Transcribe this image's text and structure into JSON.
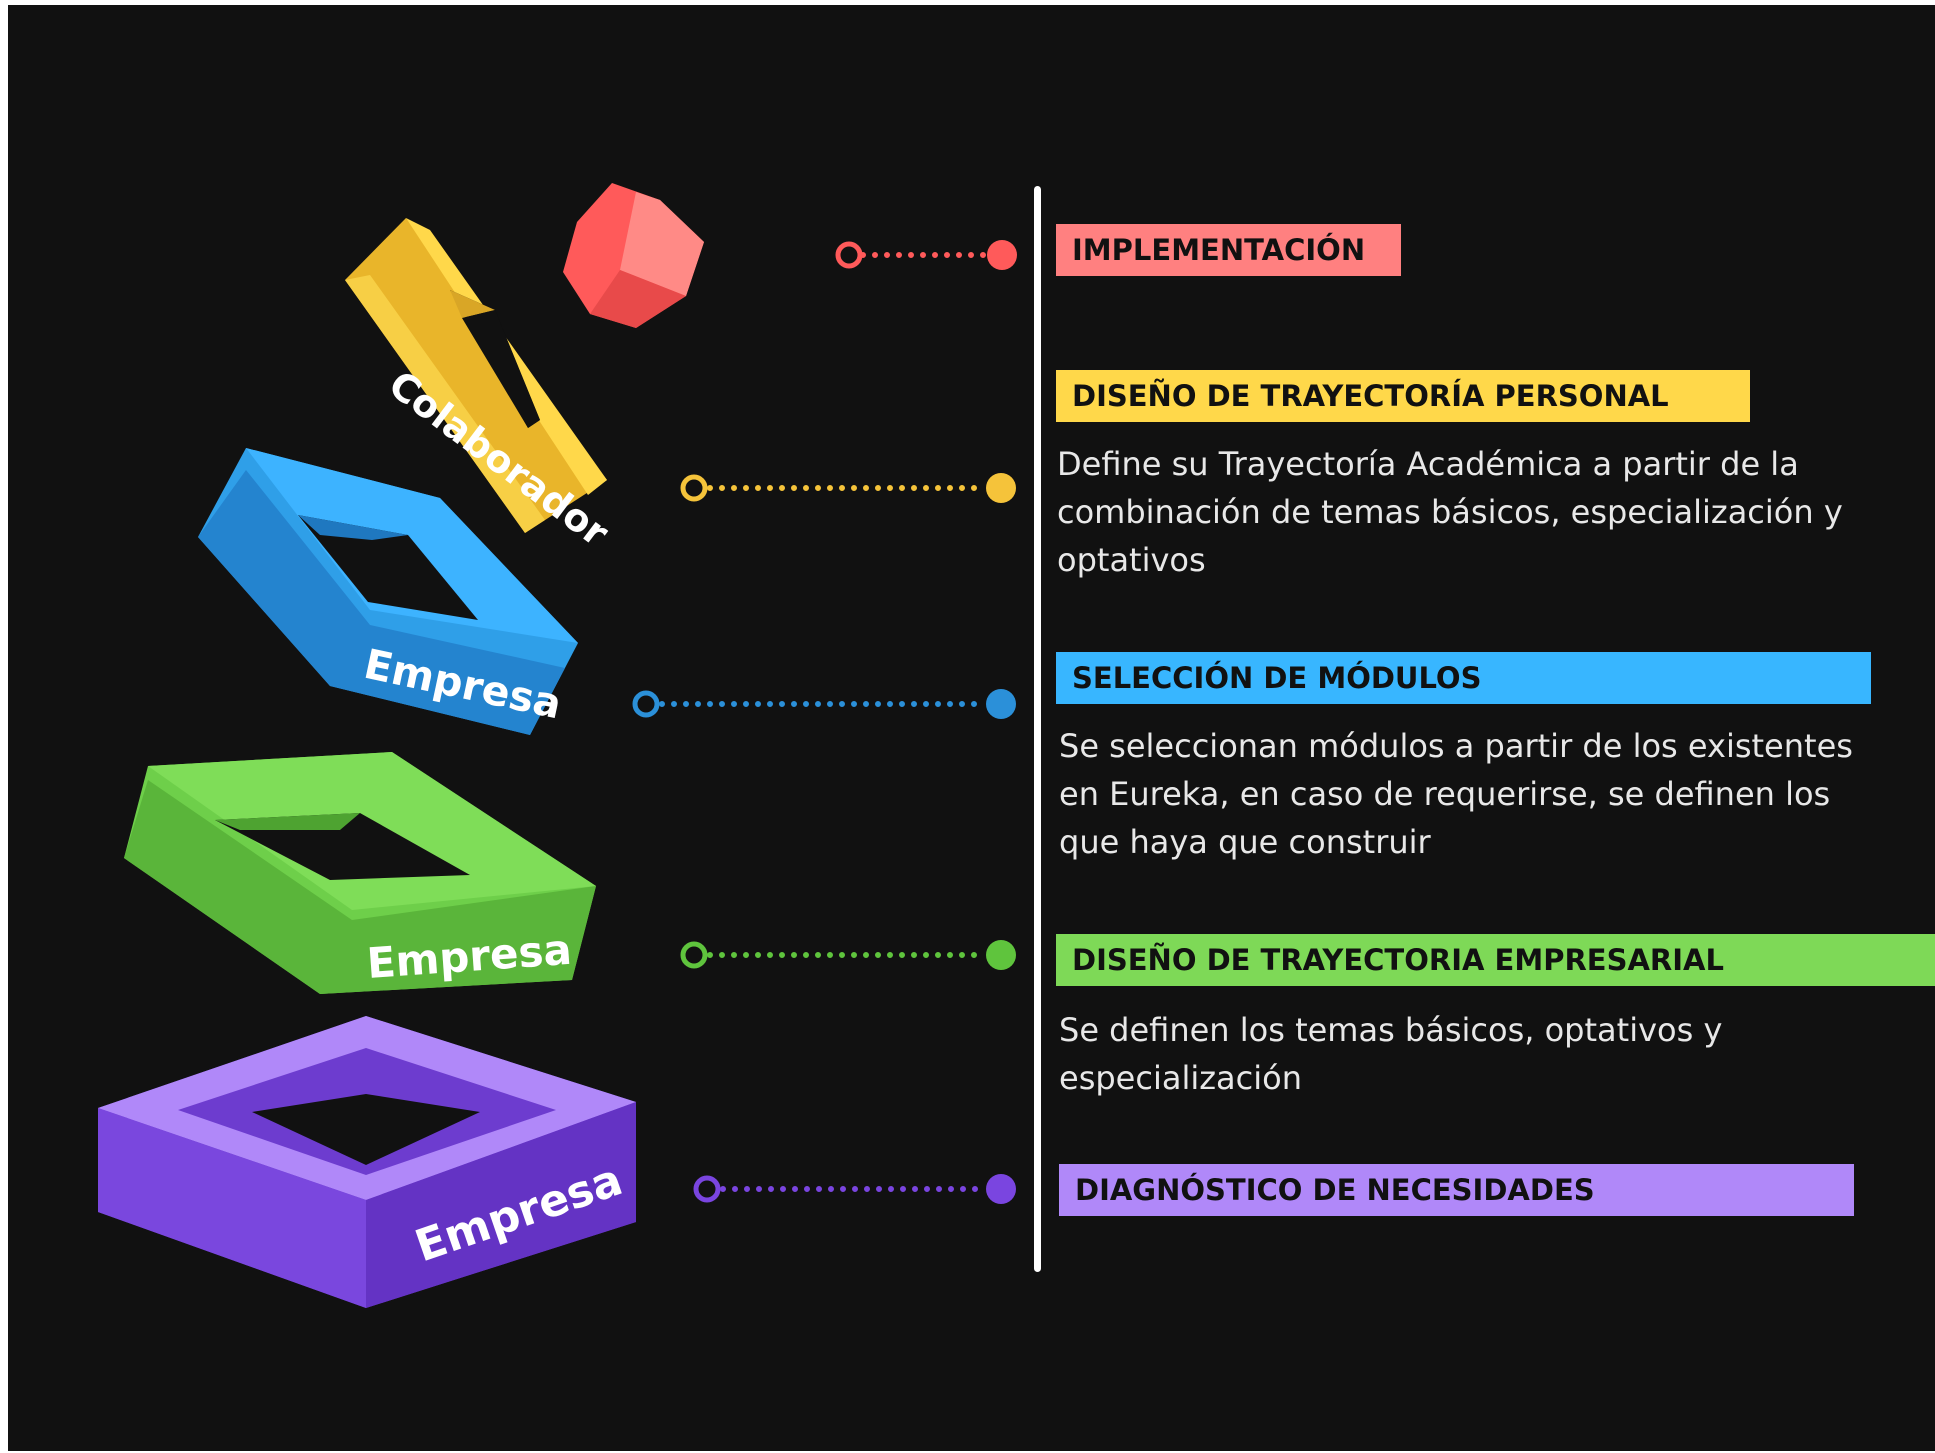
{
  "steps": [
    {
      "title": "IMPLEMENTACIÓN",
      "description": "",
      "color": "#ff6b6b"
    },
    {
      "title": "DISEÑO DE TRAYECTORÍA PERSONAL",
      "description": "Define su Trayectoría Académica a partir de la combinación de temas básicos, especialización y optativos",
      "color": "#ffd84a"
    },
    {
      "title": "SELECCIÓN DE MÓDULOS",
      "description": "Se seleccionan módulos a partir de los existentes en Eureka, en caso de requerirse, se definen los que haya que construir",
      "color": "#38b6ff"
    },
    {
      "title": "DISEÑO DE TRAYECTORIA  EMPRESARIAL",
      "description": "Se definen los temas básicos, optativos y especialización",
      "color": "#7ed957"
    },
    {
      "title": "DIAGNÓSTICO DE NECESIDADES",
      "description": "",
      "color": "#b088f9"
    }
  ],
  "shapes": [
    {
      "label": "Colaborador",
      "color": "#f5c93a"
    },
    {
      "label": "Empresa",
      "color": "#2f9fe8"
    },
    {
      "label": "Empresa",
      "color": "#6ecf4a"
    },
    {
      "label": "Empresa",
      "color": "#9a6bf0"
    }
  ]
}
